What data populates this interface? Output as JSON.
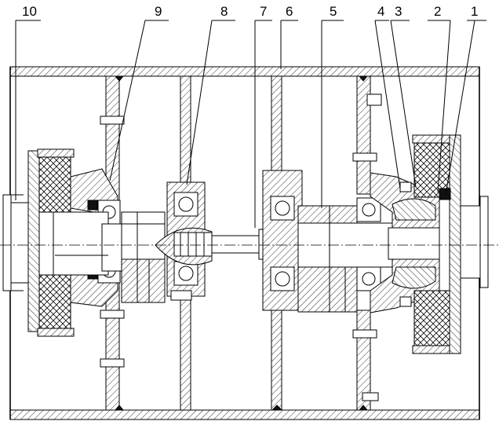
{
  "drawing": {
    "type": "mechanical-assembly-section",
    "callouts": [
      {
        "id": "c10",
        "label": "10"
      },
      {
        "id": "c9",
        "label": "9"
      },
      {
        "id": "c8",
        "label": "8"
      },
      {
        "id": "c7",
        "label": "7"
      },
      {
        "id": "c6",
        "label": "6"
      },
      {
        "id": "c5",
        "label": "5"
      },
      {
        "id": "c4",
        "label": "4"
      },
      {
        "id": "c3",
        "label": "3"
      },
      {
        "id": "c2",
        "label": "2"
      },
      {
        "id": "c1",
        "label": "1"
      }
    ]
  }
}
